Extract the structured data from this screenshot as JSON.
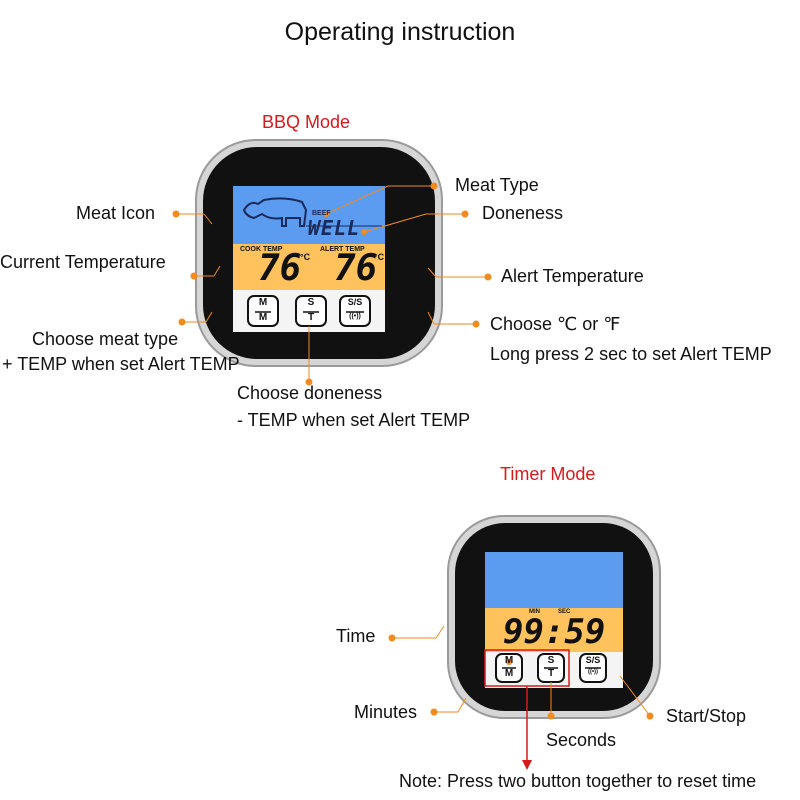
{
  "title": "Operating instruction",
  "bbq": {
    "mode_title": "BBQ Mode",
    "screen": {
      "meat_type": "BEEF",
      "doneness": "WELL",
      "cook_temp_label": "COOK TEMP",
      "alert_temp_label": "ALERT TEMP",
      "cook_temp": "76",
      "alert_temp": "76",
      "unit": "°C"
    },
    "buttons": [
      {
        "top": "M",
        "bottom": "M"
      },
      {
        "top": "S",
        "bottom": "T"
      },
      {
        "top": "S/S",
        "bottom": "((•))"
      }
    ],
    "labels": {
      "meat_icon": "Meat Icon",
      "meat_type": "Meat Type",
      "doneness": "Doneness",
      "current_temp": "Current  Temperature",
      "alert_temp": "Alert Temperature",
      "choose_meat_1": "Choose meat type",
      "choose_meat_2": "+ TEMP when set Alert TEMP",
      "choose_unit_1": "Choose ℃ or ℉",
      "choose_unit_2": "Long press 2 sec to set Alert TEMP",
      "choose_doneness_1": "Choose doneness",
      "choose_doneness_2": "- TEMP when set Alert TEMP"
    }
  },
  "timer": {
    "mode_title": "Timer Mode",
    "screen": {
      "min_label": "MIN",
      "sec_label": "SEC",
      "time": "99:59"
    },
    "buttons": [
      {
        "top": "M",
        "bottom": "M"
      },
      {
        "top": "S",
        "bottom": "T"
      },
      {
        "top": "S/S",
        "bottom": "((•))"
      }
    ],
    "labels": {
      "time": "Time",
      "minutes": "Minutes",
      "seconds": "Seconds",
      "start_stop": "Start/Stop",
      "note": "Note: Press two button together to reset time"
    }
  },
  "colors": {
    "accent_orange": "#f28a1e",
    "mode_red": "#d7191c",
    "lcd_blue": "#5b9bf0",
    "lcd_amber": "#ffc25c",
    "device_black": "#111111",
    "device_silver": "#c9c9c9"
  }
}
